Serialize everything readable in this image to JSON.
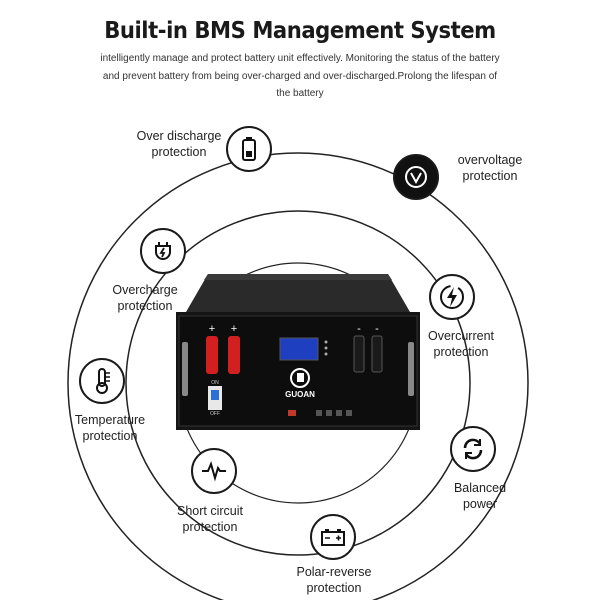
{
  "title": "Built-in BMS Management System",
  "description_lines": [
    "intelligently manage and protect battery unit effectively. Monitoring the status of the battery",
    "and prevent battery from being over-charged and over-discharged.Prolong the lifespan of",
    "the battery"
  ],
  "features": [
    {
      "id": "over-discharge",
      "icon": "battery-icon",
      "lines": [
        "Over discharge",
        "protection"
      ]
    },
    {
      "id": "overvoltage",
      "icon": "gauge-icon",
      "lines": [
        "overvoltage",
        "protection"
      ]
    },
    {
      "id": "overcharge",
      "icon": "plug-bolt-icon",
      "lines": [
        "Overcharge",
        "protection"
      ]
    },
    {
      "id": "overcurrent",
      "icon": "lightning-icon",
      "lines": [
        "Overcurrent",
        "protection"
      ]
    },
    {
      "id": "temperature",
      "icon": "thermometer-icon",
      "lines": [
        "Temperature",
        "protection"
      ]
    },
    {
      "id": "balanced",
      "icon": "cycle-arrows-icon",
      "lines": [
        "Balanced",
        "power"
      ]
    },
    {
      "id": "short-circuit",
      "icon": "waveform-icon",
      "lines": [
        "Short circuit",
        "protection"
      ]
    },
    {
      "id": "polar-reverse",
      "icon": "battery-polarity-icon",
      "lines": [
        "Polar-reverse",
        "protection"
      ]
    }
  ],
  "product": {
    "brand": "GUOAN",
    "positive_terminals": [
      "+",
      "+"
    ],
    "negative_terminals": [
      "-",
      "-"
    ],
    "breaker_labels": [
      "ON",
      "OFF"
    ]
  }
}
